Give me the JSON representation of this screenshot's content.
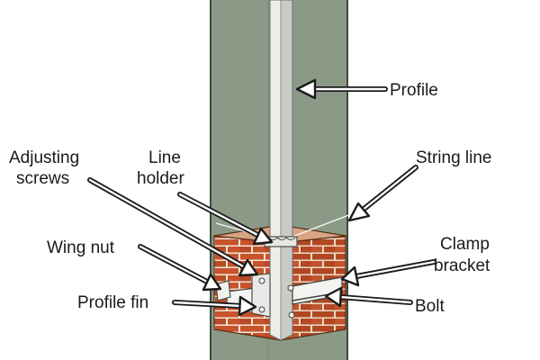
{
  "labels": {
    "profile": "Profile",
    "string_line": "String line",
    "adjusting_screws": [
      "Adjusting",
      "screws"
    ],
    "line_holder": [
      "Line",
      "holder"
    ],
    "wing_nut": "Wing nut",
    "clamp_bracket": [
      "Clamp",
      "bracket"
    ],
    "profile_fin": "Profile fin",
    "bolt": "Bolt"
  },
  "colors": {
    "background": "#ffffff",
    "column": "#8a9a87",
    "column_edge": "#3e4a3d",
    "profile": "#e4e6e2",
    "brick": "#c8522b",
    "mortar": "#f1e6d6",
    "string": "#f5f5f5",
    "text": "#1a1a1a"
  }
}
